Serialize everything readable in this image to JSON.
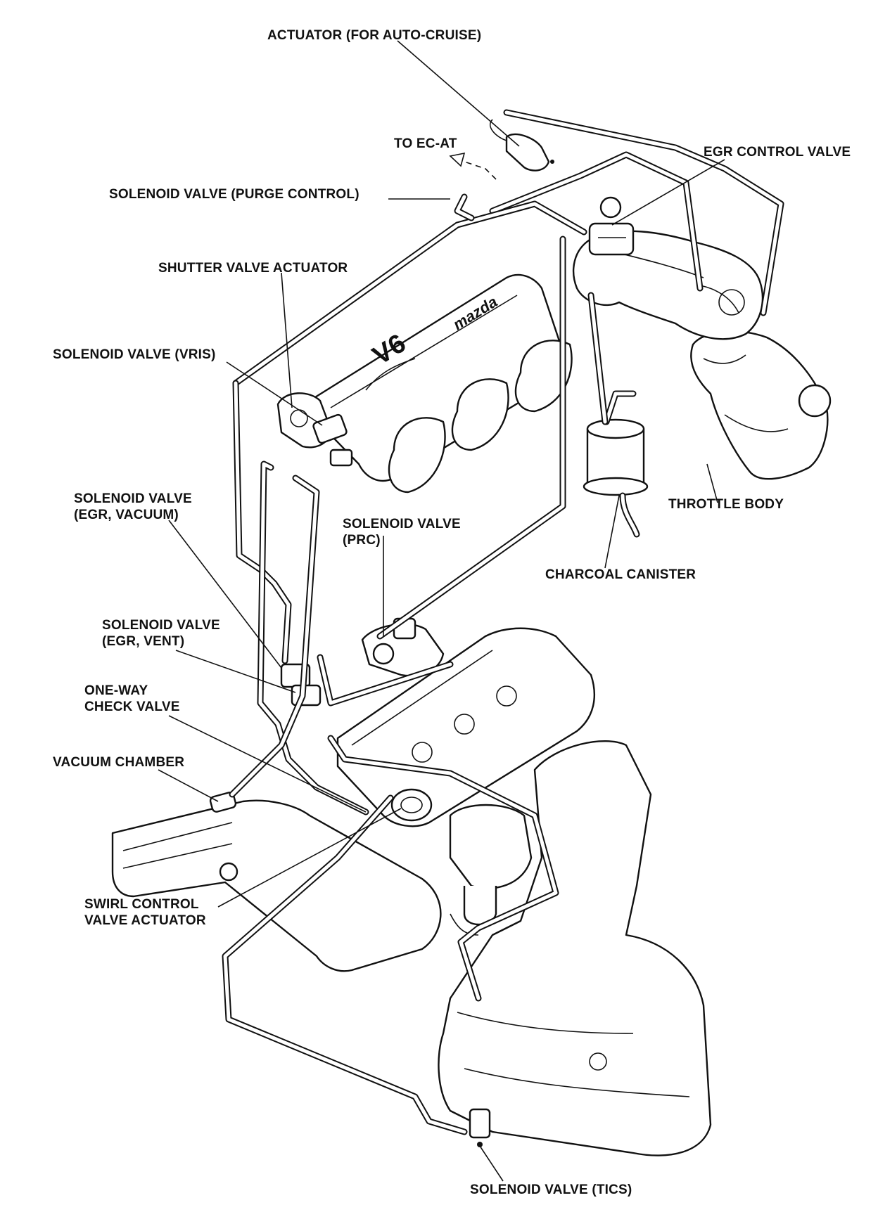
{
  "labels": {
    "actuator_auto_cruise": "ACTUATOR (FOR AUTO-CRUISE)",
    "to_ec_at": "TO EC-AT",
    "egr_control_valve": "EGR CONTROL VALVE",
    "solenoid_purge_control": "SOLENOID VALVE (PURGE CONTROL)",
    "shutter_valve_actuator": "SHUTTER VALVE ACTUATOR",
    "solenoid_vris": "SOLENOID VALVE (VRIS)",
    "solenoid_egr_vacuum_1": "SOLENOID VALVE",
    "solenoid_egr_vacuum_2": "(EGR, VACUUM)",
    "solenoid_prc_1": "SOLENOID VALVE",
    "solenoid_prc_2": "(PRC)",
    "throttle_body": "THROTTLE BODY",
    "charcoal_canister": "CHARCOAL CANISTER",
    "solenoid_egr_vent_1": "SOLENOID VALVE",
    "solenoid_egr_vent_2": "(EGR, VENT)",
    "one_way_1": "ONE-WAY",
    "one_way_2": "CHECK VALVE",
    "vacuum_chamber": "VACUUM CHAMBER",
    "swirl_1": "SWIRL CONTROL",
    "swirl_2": "VALVE ACTUATOR",
    "solenoid_tics": "SOLENOID VALVE (TICS)",
    "manifold_v6": "V6",
    "manifold_brand": "mazda"
  }
}
